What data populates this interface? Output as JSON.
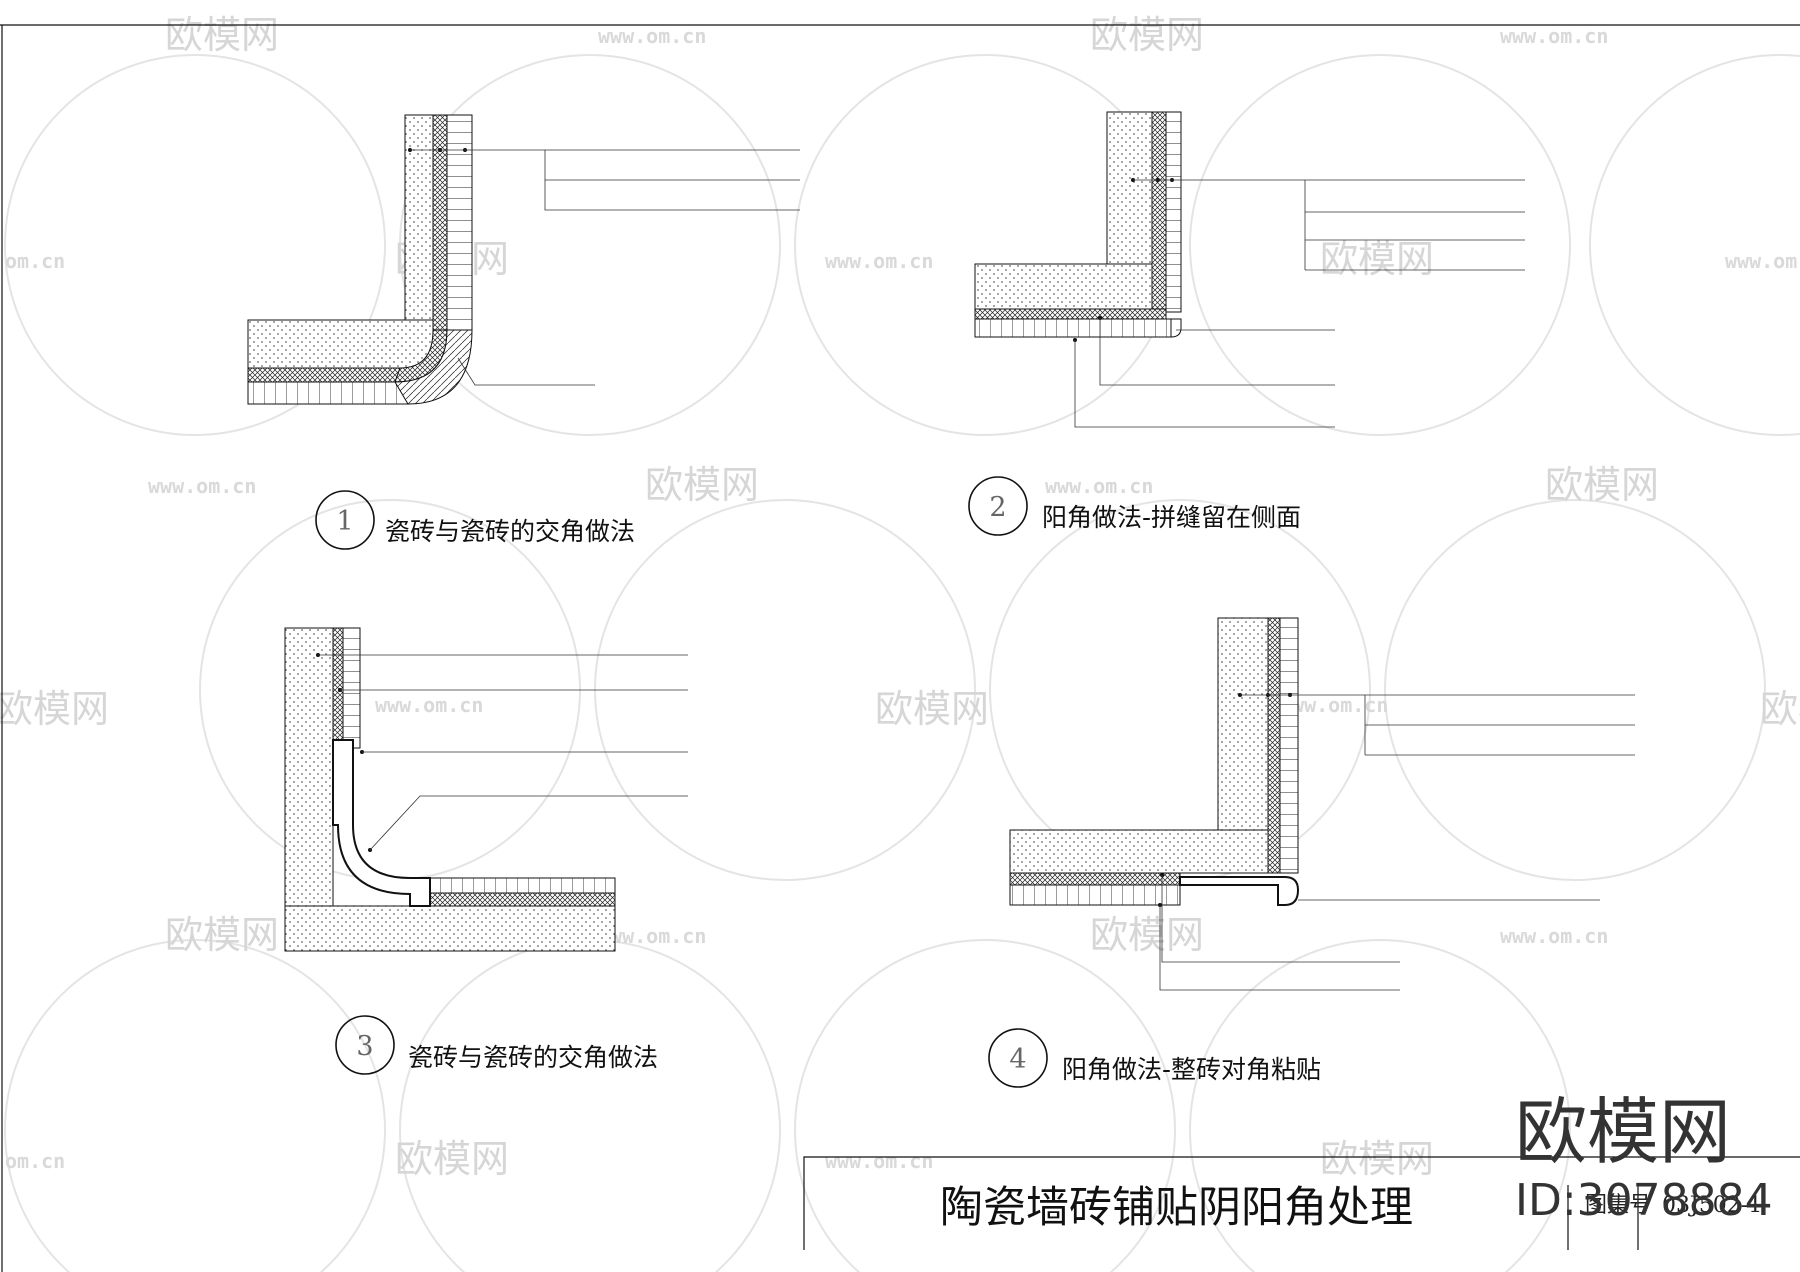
{
  "watermark": {
    "brand": "欧模网",
    "url": "www.om.cn",
    "url_short": "om.cn"
  },
  "details": [
    {
      "number": "1",
      "caption": "瓷砖与瓷砖的交角做法"
    },
    {
      "number": "2",
      "caption": "阳角做法-拼缝留在侧面"
    },
    {
      "number": "3",
      "caption": "瓷砖与瓷砖的交角做法"
    },
    {
      "number": "4",
      "caption": "阳角做法-整砖对角粘贴"
    }
  ],
  "title_block": {
    "title": "陶瓷墙砖铺贴阴阳角处理",
    "atlas_label": "图集号",
    "atlas_number": "03J502-1"
  },
  "overlay": {
    "brand": "欧模网",
    "id": "ID:3078884"
  }
}
